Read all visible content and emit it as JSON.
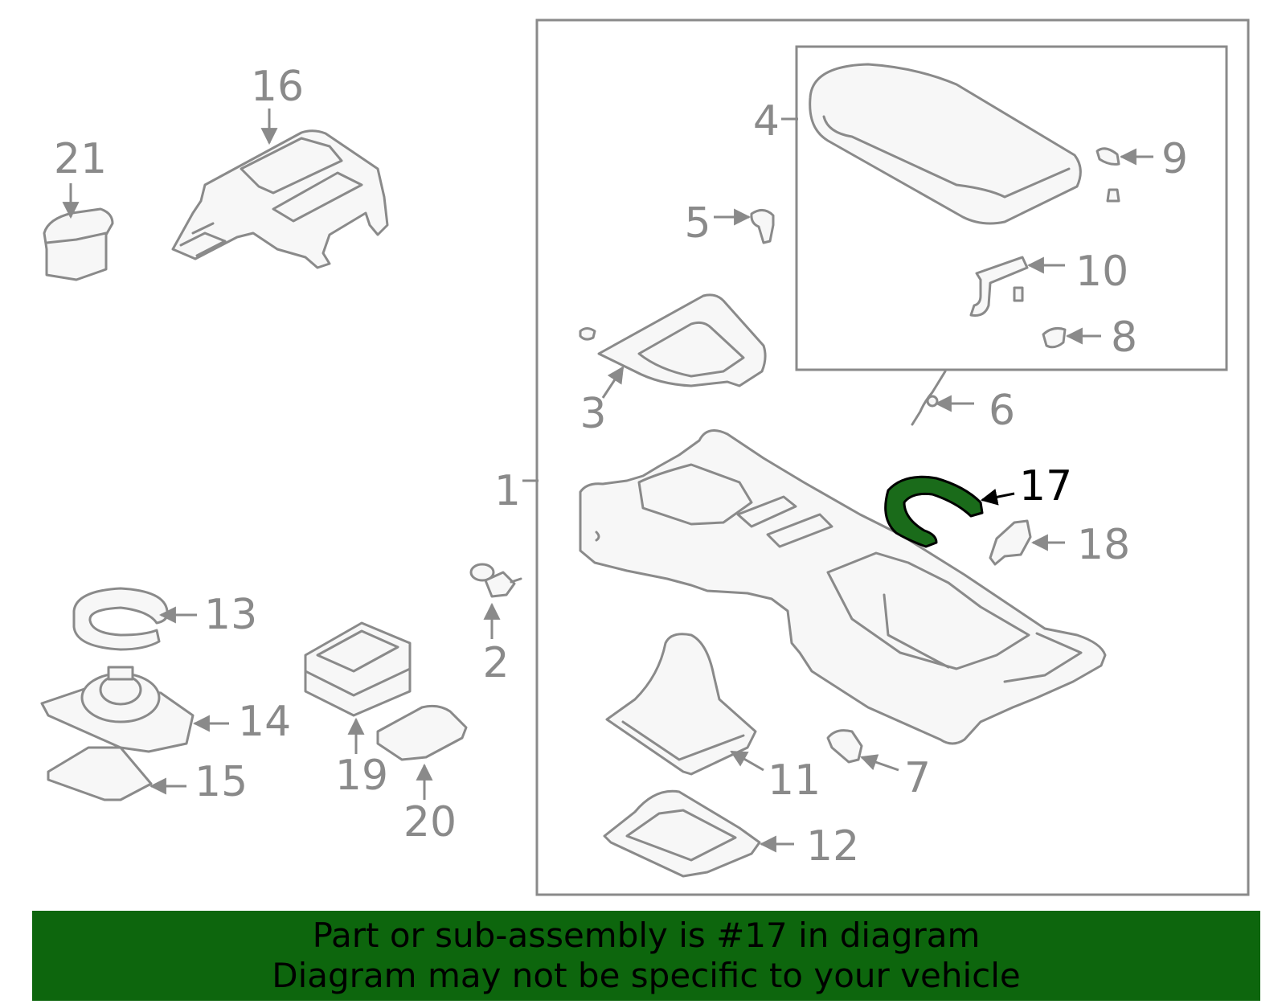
{
  "colors": {
    "line": "#8a8a8a",
    "highlight_fill": "#1a6b1a",
    "banner": "#0d660d",
    "text_highlight": "#000000"
  },
  "highlighted_part": "17",
  "callouts": [
    {
      "id": "1",
      "label": "1"
    },
    {
      "id": "2",
      "label": "2"
    },
    {
      "id": "3",
      "label": "3"
    },
    {
      "id": "4",
      "label": "4"
    },
    {
      "id": "5",
      "label": "5"
    },
    {
      "id": "6",
      "label": "6"
    },
    {
      "id": "7",
      "label": "7"
    },
    {
      "id": "8",
      "label": "8"
    },
    {
      "id": "9",
      "label": "9"
    },
    {
      "id": "10",
      "label": "10"
    },
    {
      "id": "11",
      "label": "11"
    },
    {
      "id": "12",
      "label": "12"
    },
    {
      "id": "13",
      "label": "13"
    },
    {
      "id": "14",
      "label": "14"
    },
    {
      "id": "15",
      "label": "15"
    },
    {
      "id": "16",
      "label": "16"
    },
    {
      "id": "17",
      "label": "17"
    },
    {
      "id": "18",
      "label": "18"
    },
    {
      "id": "19",
      "label": "19"
    },
    {
      "id": "20",
      "label": "20"
    },
    {
      "id": "21",
      "label": "21"
    }
  ],
  "footer": {
    "line1": "Part or sub-assembly is #17 in diagram",
    "line2": "Diagram may not be specific to your vehicle"
  }
}
